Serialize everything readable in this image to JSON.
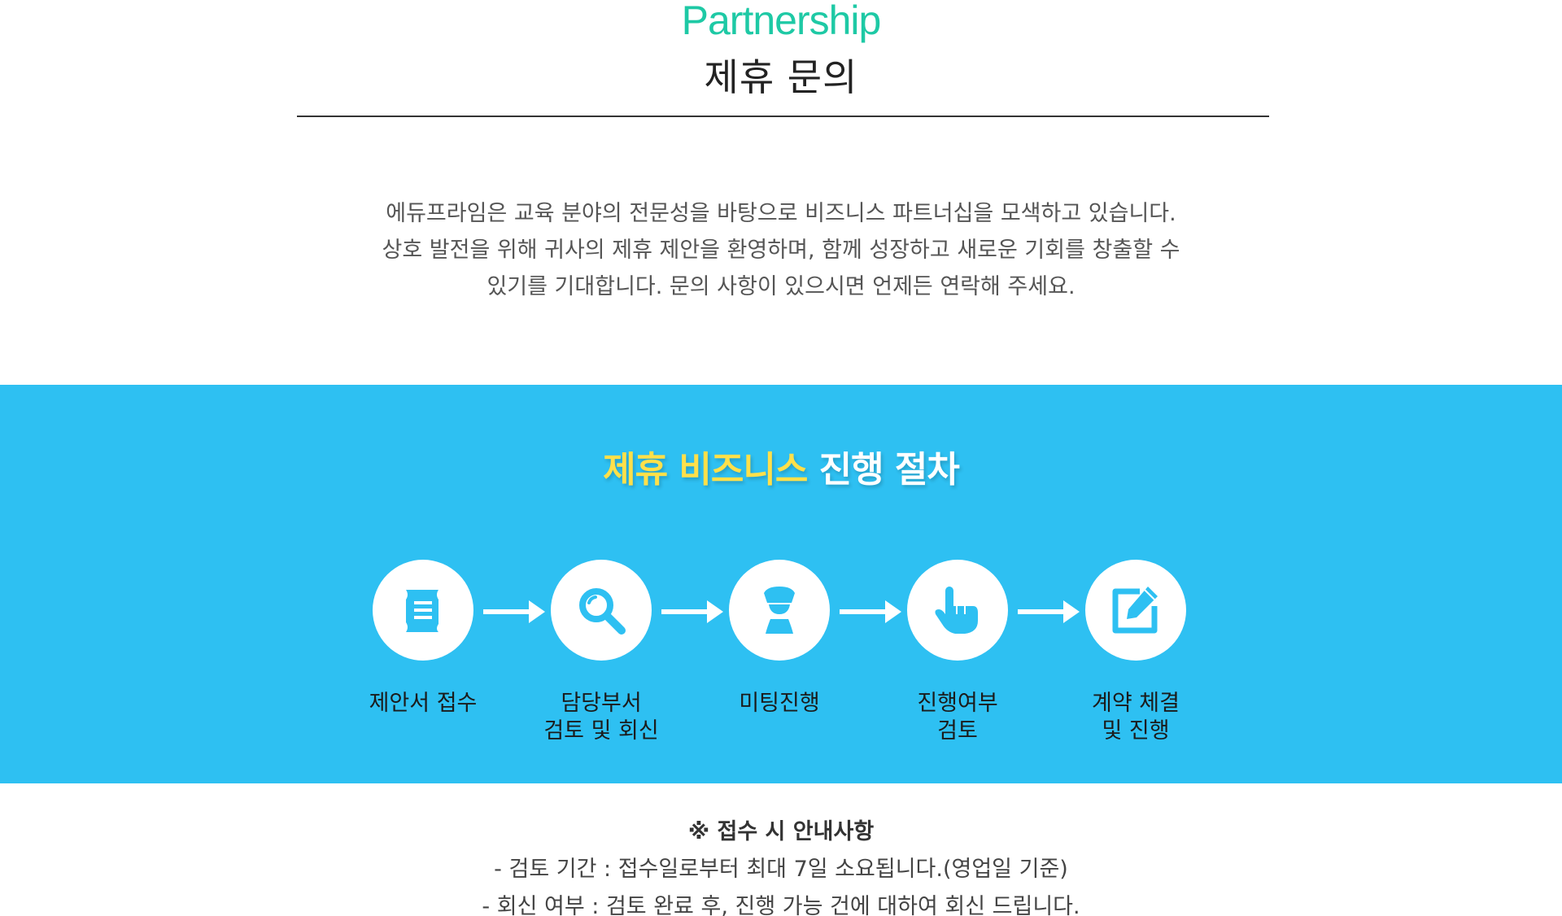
{
  "header": {
    "eyebrow": "Partnership",
    "title": "제휴 문의"
  },
  "intro": {
    "lines": [
      "에듀프라임은 교육 분야의 전문성을 바탕으로 비즈니스 파트너십을 모색하고 있습니다.",
      "상호 발전을 위해 귀사의 제휴 제안을 환영하며, 함께 성장하고 새로운 기회를 창출할 수",
      "있기를 기대합니다. 문의 사항이 있으시면 언제든 연락해 주세요."
    ]
  },
  "process": {
    "title_highlight": "제휴 비즈니스",
    "title_rest": "진행 절차",
    "colors": {
      "band": "#2ec0f2",
      "highlight": "#ffe04a",
      "icon": "#2ec0f2"
    },
    "steps": [
      {
        "icon": "scroll-icon",
        "lines": [
          "제안서 접수"
        ]
      },
      {
        "icon": "magnifier-icon",
        "lines": [
          "담당부서",
          "검토 및 회신"
        ]
      },
      {
        "icon": "person-icon",
        "lines": [
          "미팅진행"
        ]
      },
      {
        "icon": "pointing-hand-icon",
        "lines": [
          "진행여부",
          "검토"
        ]
      },
      {
        "icon": "edit-document-icon",
        "lines": [
          "계약 체결",
          "및 진행"
        ]
      }
    ]
  },
  "notice": {
    "title": "※ 접수 시 안내사항",
    "lines": [
      "- 검토 기간 : 접수일로부터 최대 7일 소요됩니다.(영업일 기준)",
      "- 회신 여부 : 검토 완료 후, 진행 가능 건에 대하여 회신 드립니다."
    ]
  }
}
